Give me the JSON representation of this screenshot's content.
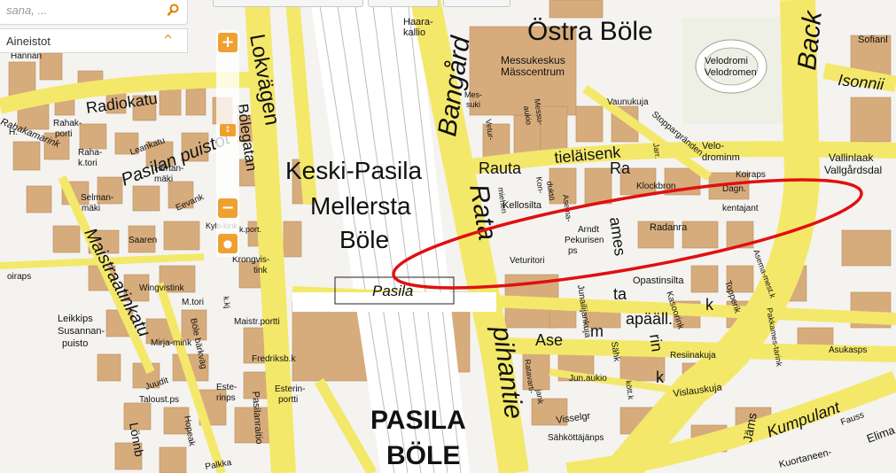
{
  "ui": {
    "search_placeholder": "sana, ...",
    "layers_label": "Aineistot",
    "zoom_in": "+",
    "zoom_out": "−"
  },
  "colors": {
    "road_yellow": "#f7ec72",
    "block": "#d8ad7e",
    "block_dark": "#c78857",
    "rail": "#ffffff",
    "annotation_ellipse": "#e01010",
    "accent_orange": "#f0a030"
  },
  "map_labels": {
    "ostra_bole": "Östra Böle",
    "messukeskus": "Messukeskus",
    "massc": "Mässcentrum",
    "haara": "Haara-",
    "kallio": "kallio",
    "velodromi": "Velodromi",
    "velodromen": "Velodromen",
    "velo": "Velo-",
    "drominm": "drominm",
    "vallinlaak": "Vallinlaak",
    "vallgardsdal": "Vallgårdsdal",
    "sofian": "Sofianl",
    "isonniit": "Isonnii",
    "back": "Back",
    "bangard": "Bangård",
    "rata": "Rata",
    "pihantie": "pihantie",
    "keski_pasila": "Keski-Pasila",
    "mellersta": "Mellersta",
    "bole": "Böle",
    "pasila_caps": "PASILA",
    "bole_caps": "BÖLE",
    "pasila_station": "Pasila",
    "lokvagen": "Lokvägen",
    "bolegatan": "Bölegatan",
    "radiokatu": "Radiokatu",
    "pasilan_puistot": "Pasilan puistot",
    "maistraatinkatu": "Maistraatinkatu",
    "rauta": "Rauta",
    "tielaisenk": "tieläisenk",
    "ra": "Ra",
    "ames": "ames",
    "ta": "ta",
    "apaall": "apääll.",
    "ase": "Ase",
    "m": "m",
    "rin": "rin",
    "k": "k",
    "kumpulan": "Kumpulant",
    "vaunukuja": "Vaunukuja",
    "stoppargranden": "Stoppargränden",
    "klockbron": "Klockbron",
    "dagn": "Dagn.",
    "kentajant": "kentajant",
    "koiraps": "Koiraps",
    "radanra": "Radanra",
    "kellosilta": "Kellosilta",
    "arndt": "Arndt",
    "pekurisen": "Pekurisen",
    "ps": "ps",
    "veturitori": "Veturitori",
    "opastinsilta": "Opastinsilta",
    "junailijankuja": "Junailijankuja",
    "kasoorink": "Kasoorink",
    "topperik": "Topperik",
    "resiinakuja": "Resiinakuja",
    "jun_aukio": "Jun.aukio",
    "vislauskuja": "Vislauskuja",
    "visselgr": "Visselgr",
    "sahkottajanps": "Sähköttäjänps",
    "kuortaneen": "Kuortaneen-",
    "asukasps": "Asukasps",
    "leikkips": "Leikkips",
    "susannan": "Susannan-",
    "puisto": "puisto",
    "taloust_ps": "Taloust.ps",
    "fredriksb_k": "Fredriksb.k",
    "maistr_portti": "Maistr.portti",
    "m_tori": "M.tori",
    "krongvis": "Krongvis-",
    "tink": "tink",
    "wingvistink": "Wingvistink",
    "saaren": "Saaren",
    "selman": "Selman-",
    "maki": "mäki",
    "hertan": "Hertan-",
    "leankatu": "Leankatu",
    "raha": "Raha-",
    "ktori": "k.tori",
    "oiraps": "oiraps",
    "este": "Este-",
    "rinps": "rinps",
    "esterin": "Esterin-",
    "portti": "portti",
    "pasilanraitio": "Pasilanraitio",
    "lonnb": "Lönnb",
    "hopeak": "Hopeak",
    "paikka": "Palkka",
    "jamsankatu": "Jäms",
    "fauss": "Fauss",
    "elima": "Elima",
    "hannan": "Hannan",
    "kon": "Kon-",
    "duktoo": "duktö",
    "mes": "Mes-",
    "suki": "suki",
    "vetur": "Vetur-",
    "messu": "Messu-",
    "aukio": "aukio",
    "asema": "Asema-",
    "miehen": "miehen",
    "jarr": "Jarr.",
    "ratavarti": "Ratavarti-",
    "jank": "jank",
    "sahk": "Sähk",
    "kott_k": "kött.k",
    "asema_mest_k": "Asema-mest.k",
    "pakkamestarink": "Pakkames-tarink",
    "kylti_kink": "Kylti-kink",
    "k_port": "k.port.",
    "k_kj": "k.kj",
    "mirja_mink": "Mirja-mink",
    "juudit": "Juudit",
    "bole_barkvag": "Böle bärkväg",
    "eevank": "Eevank",
    "rahakamarink": "Rahakamarink",
    "h": "H.",
    "rahak": "Rahak-",
    "porti": "porti"
  }
}
